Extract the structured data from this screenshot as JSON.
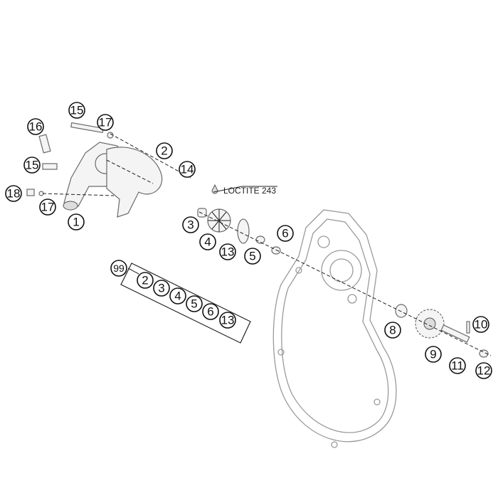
{
  "diagram": {
    "note": "LOCTITE 243",
    "callouts": [
      "15",
      "17",
      "16",
      "2",
      "15",
      "14",
      "18",
      "17",
      "1",
      "3",
      "4",
      "13",
      "5",
      "6",
      "99",
      "8",
      "10",
      "9",
      "11",
      "12"
    ],
    "kit": {
      "label": "99",
      "items": [
        "2",
        "3",
        "4",
        "5",
        "6",
        "13"
      ]
    }
  }
}
